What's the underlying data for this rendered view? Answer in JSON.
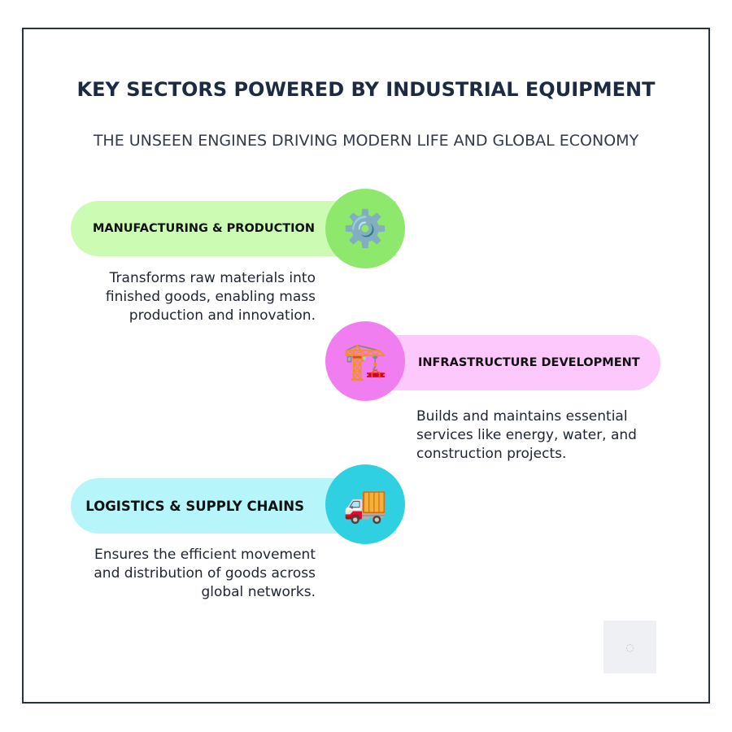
{
  "title": "KEY SECTORS POWERED BY INDUSTRIAL EQUIPMENT",
  "subtitle": "THE UNSEEN ENGINES DRIVING MODERN LIFE AND GLOBAL ECONOMY",
  "sectors": [
    {
      "label": "MANUFACTURING & PRODUCTION",
      "icon": "⚙️",
      "description": "Transforms raw materials into finished goods, enabling mass production and innovation.",
      "pill_color": "#ccfcb4",
      "circle_color": "#8ee86c"
    },
    {
      "label": "INFRASTRUCTURE DEVELOPMENT",
      "icon": "🏗️",
      "description": "Builds and maintains essential services like energy, water, and construction projects.",
      "pill_color": "#fdc8fb",
      "circle_color": "#f07ef0"
    },
    {
      "label": "LOGISTICS & SUPPLY CHAINS",
      "icon": "🚚",
      "description": "Ensures the efficient movement and distribution of goods across global networks.",
      "pill_color": "#b6f6fb",
      "circle_color": "#2ed0e2"
    }
  ]
}
